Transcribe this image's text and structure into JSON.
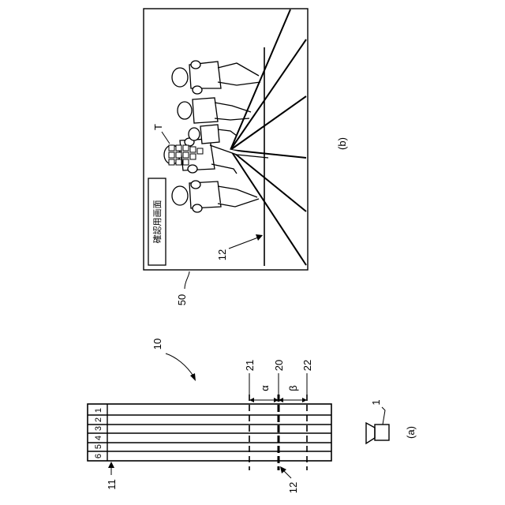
{
  "panel_a": {
    "caption": "(a)",
    "system_ref": "10",
    "camera_ref": "1",
    "track_ref": "11",
    "line_ref": "12",
    "line_refs": [
      "21",
      "20",
      "22"
    ],
    "spacing_labels": [
      "α",
      "β"
    ],
    "lane_numbers": [
      "1",
      "2",
      "3",
      "4",
      "5",
      "6"
    ]
  },
  "panel_b": {
    "caption": "(b)",
    "screen_ref": "50",
    "line_ref": "12",
    "target_ref": "T",
    "screen_title": "確認用画面"
  }
}
